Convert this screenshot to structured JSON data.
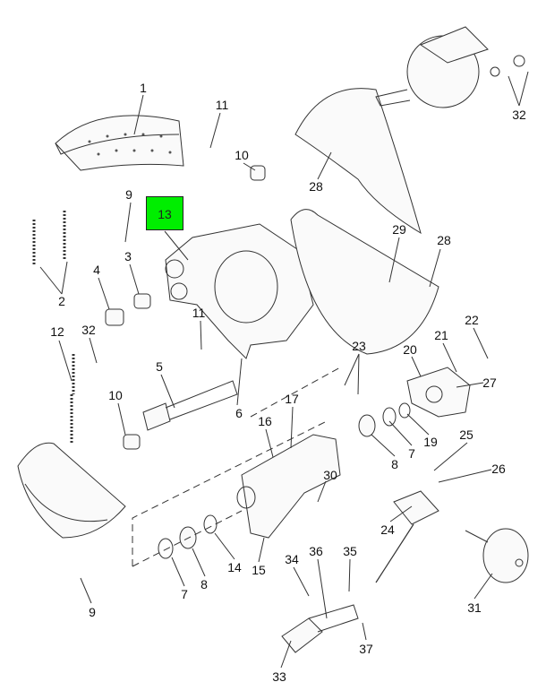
{
  "diagram": {
    "highlight_color": "#00ee00",
    "highlighted_callout": "13",
    "callouts": [
      "1",
      "11",
      "10",
      "9",
      "28",
      "29",
      "28",
      "2",
      "4",
      "3",
      "32",
      "12",
      "11",
      "22",
      "21",
      "20",
      "23",
      "27",
      "5",
      "6",
      "17",
      "16",
      "10",
      "19",
      "7",
      "8",
      "25",
      "26",
      "30",
      "24",
      "15",
      "14",
      "8",
      "7",
      "31",
      "34",
      "36",
      "35",
      "37",
      "33",
      "9",
      "32"
    ]
  }
}
